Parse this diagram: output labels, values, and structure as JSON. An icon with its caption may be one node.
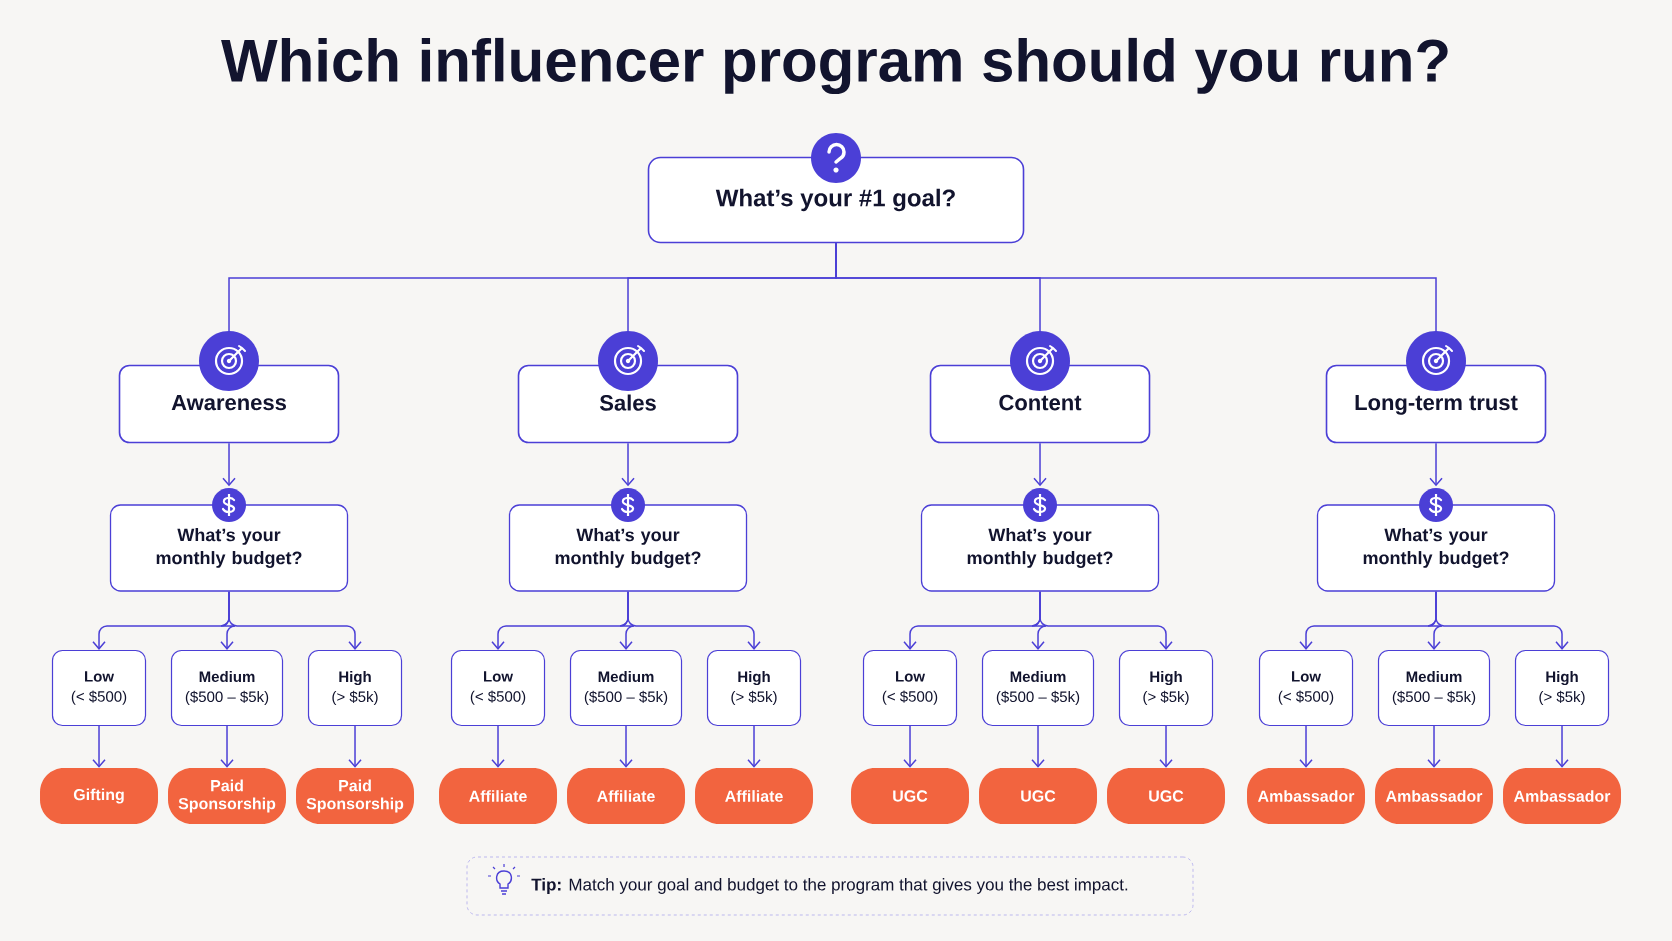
{
  "diagram": {
    "title": "Which influencer program should you run?",
    "nodes": [
      {
        "text": [
          "What’s your #1 goal?"
        ]
      },
      {
        "text": [
          "Awareness"
        ]
      },
      {
        "text": [
          "Sales"
        ]
      },
      {
        "text": [
          "Content"
        ]
      },
      {
        "text": [
          "Long-term trust"
        ]
      },
      {
        "text": [
          "What’s your monthly budget?"
        ]
      },
      {
        "text": [
          "What’s your monthly budget?"
        ]
      },
      {
        "text": [
          "What’s your monthly budget?"
        ]
      },
      {
        "text": [
          "What’s your monthly budget?"
        ]
      },
      {
        "text": [
          "Low",
          "(< $500)"
        ]
      },
      {
        "text": [
          "Medium",
          "($500 – $5k)"
        ]
      },
      {
        "text": [
          "High",
          "(> $5k)"
        ]
      },
      {
        "text": [
          "Low",
          "(< $500)"
        ]
      },
      {
        "text": [
          "Medium",
          "($500 – $5k)"
        ]
      },
      {
        "text": [
          "High",
          "(> $5k)"
        ]
      },
      {
        "text": [
          "Low",
          "(< $500)"
        ]
      },
      {
        "text": [
          "Medium",
          "($500 – $5k)"
        ]
      },
      {
        "text": [
          "High",
          "(> $5k)"
        ]
      },
      {
        "text": [
          "Low",
          "(< $500)"
        ]
      },
      {
        "text": [
          "Medium",
          "($500 – $5k)"
        ]
      },
      {
        "text": [
          "High",
          "(> $5k)"
        ]
      },
      {
        "text": [
          "Gifting"
        ]
      },
      {
        "text": [
          "Paid Sponsorship"
        ]
      },
      {
        "text": [
          "Paid Sponsorship"
        ]
      },
      {
        "text": [
          "Affiliate"
        ]
      },
      {
        "text": [
          "Affiliate"
        ]
      },
      {
        "text": [
          "Affiliate"
        ]
      },
      {
        "text": [
          "UGC"
        ]
      },
      {
        "text": [
          "UGC"
        ]
      },
      {
        "text": [
          "UGC"
        ]
      },
      {
        "text": [
          "Ambassador"
        ]
      },
      {
        "text": [
          "Ambassador"
        ]
      },
      {
        "text": [
          "Ambassador"
        ]
      },
      {
        "text": [
          "**Tip:** Match your goal and budget to the program that gives you the best impact."
        ]
      }
    ],
    "edges": [
      {
        "from": 0,
        "to": 1,
        "arrow": "none"
      },
      {
        "from": 0,
        "to": 2,
        "arrow": "none"
      },
      {
        "from": 0,
        "to": 3,
        "arrow": "none"
      },
      {
        "from": 0,
        "to": 4,
        "arrow": "none"
      },
      {
        "from": 1,
        "to": 5,
        "arrow": "to"
      },
      {
        "from": 2,
        "to": 6,
        "arrow": "to"
      },
      {
        "from": 3,
        "to": 7,
        "arrow": "to"
      },
      {
        "from": 4,
        "to": 8,
        "arrow": "to"
      },
      {
        "from": 5,
        "to": 9,
        "arrow": "to"
      },
      {
        "from": 5,
        "to": 10,
        "arrow": "to"
      },
      {
        "from": 5,
        "to": 11,
        "arrow": "to"
      },
      {
        "from": 6,
        "to": 12,
        "arrow": "to"
      },
      {
        "from": 6,
        "to": 13,
        "arrow": "to"
      },
      {
        "from": 6,
        "to": 14,
        "arrow": "to"
      },
      {
        "from": 7,
        "to": 15,
        "arrow": "to"
      },
      {
        "from": 7,
        "to": 16,
        "arrow": "to"
      },
      {
        "from": 7,
        "to": 17,
        "arrow": "to"
      },
      {
        "from": 8,
        "to": 18,
        "arrow": "to"
      },
      {
        "from": 8,
        "to": 19,
        "arrow": "to"
      },
      {
        "from": 8,
        "to": 20,
        "arrow": "to"
      },
      {
        "from": 9,
        "to": 21,
        "arrow": "to"
      },
      {
        "from": 10,
        "to": 22,
        "arrow": "to"
      },
      {
        "from": 11,
        "to": 23,
        "arrow": "to"
      },
      {
        "from": 12,
        "to": 24,
        "arrow": "to"
      },
      {
        "from": 13,
        "to": 25,
        "arrow": "to"
      },
      {
        "from": 14,
        "to": 26,
        "arrow": "to"
      },
      {
        "from": 15,
        "to": 27,
        "arrow": "to"
      },
      {
        "from": 16,
        "to": 28,
        "arrow": "to"
      },
      {
        "from": 17,
        "to": 29,
        "arrow": "to"
      },
      {
        "from": 18,
        "to": 30,
        "arrow": "to"
      },
      {
        "from": 19,
        "to": 31,
        "arrow": "to"
      },
      {
        "from": 20,
        "to": 32,
        "arrow": "to"
      }
    ]
  }
}
